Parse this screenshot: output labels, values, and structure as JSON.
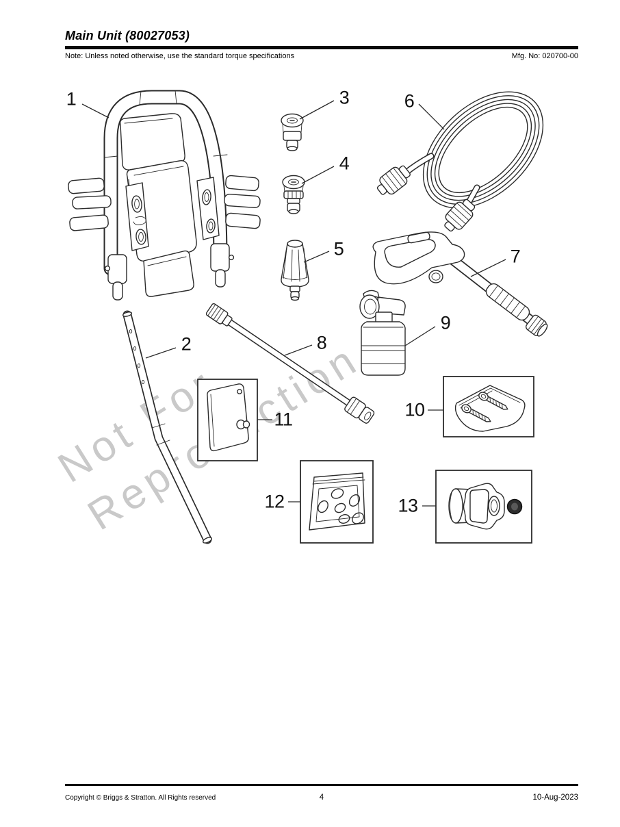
{
  "doc": {
    "title": "Main Unit (80027053)",
    "note": "Note: Unless noted otherwise, use the standard torque specifications",
    "mfg_no": "Mfg. No: 020700-00",
    "footer": {
      "copyright": "Copyright © Briggs & Stratton. All Rights reserved",
      "page_number": "4",
      "date": "10-Aug-2023"
    }
  },
  "watermark": {
    "line1": "Not For",
    "line2": "Reproduction"
  },
  "parts": [
    {
      "callout": "1",
      "name": "main-unit-assembly"
    },
    {
      "callout": "2",
      "name": "extension-wand"
    },
    {
      "callout": "3",
      "name": "nozzle-tip-3"
    },
    {
      "callout": "4",
      "name": "nozzle-tip-4"
    },
    {
      "callout": "5",
      "name": "soap-nozzle"
    },
    {
      "callout": "6",
      "name": "high-pressure-hose"
    },
    {
      "callout": "7",
      "name": "spray-gun"
    },
    {
      "callout": "8",
      "name": "lance-tube"
    },
    {
      "callout": "9",
      "name": "chemical-bottle"
    },
    {
      "callout": "10",
      "name": "screw-kit-bag"
    },
    {
      "callout": "11",
      "name": "panel-kit"
    },
    {
      "callout": "12",
      "name": "o-ring-kit-bag"
    },
    {
      "callout": "13",
      "name": "coupling-knob-kit"
    }
  ],
  "colors": {
    "line_art": "#2b2b2b",
    "watermark": "#c9c9c9",
    "rule": "#0a0a0a"
  }
}
